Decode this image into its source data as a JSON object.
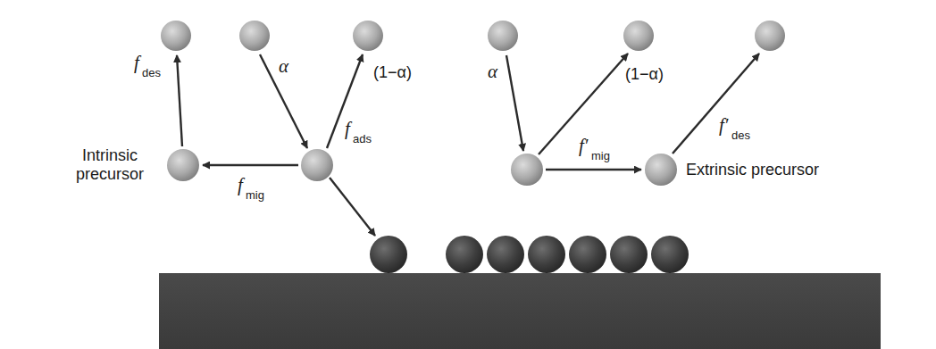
{
  "diagram": {
    "nodes": [
      {
        "text": [
          "Intrinsic precursor"
        ]
      },
      {
        "text": [
          "Extrinsic precursor"
        ]
      }
    ],
    "labels": [
      "f",
      "des",
      "α",
      "(1−α)",
      "f",
      "mig",
      "f",
      "ads",
      "α",
      "(1−α)",
      "f′",
      "mig",
      "f′",
      "des"
    ]
  }
}
